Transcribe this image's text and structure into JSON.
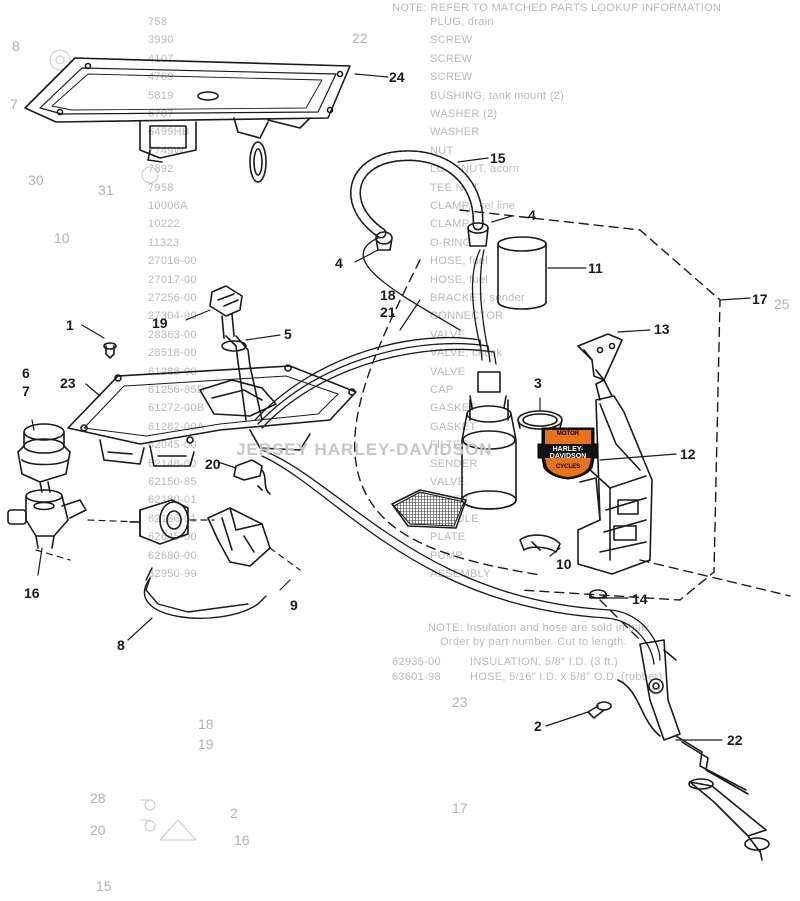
{
  "callouts": {
    "c24": "24",
    "c15": "15",
    "c4a": "4",
    "c4b": "4",
    "c11": "11",
    "c17": "17",
    "c18": "18",
    "c21": "21",
    "c19": "19",
    "c5": "5",
    "c13": "13",
    "c1": "1",
    "c6": "6",
    "c7": "7",
    "c23": "23",
    "c3": "3",
    "c20": "20",
    "c12": "12",
    "c16": "16",
    "c9": "9",
    "c10": "10",
    "c14": "14",
    "c8": "8",
    "c2": "2",
    "c22": "22"
  },
  "watermark": "JERSEY HARLEY-DAVIDSON",
  "logo": {
    "top": "MOTOR",
    "middle": "HARLEY-DAVIDSON",
    "bottom": "CYCLES"
  },
  "background_text": {
    "header_note": "NOTE: REFER TO MATCHED PARTS LOOKUP INFORMATION",
    "rows": [
      {
        "num": "758",
        "desc": "PLUG, drain"
      },
      {
        "num": "3990",
        "desc": "SCREW"
      },
      {
        "num": "4107",
        "desc": "SCREW"
      },
      {
        "num": "4769",
        "desc": "SCREW"
      },
      {
        "num": "5819",
        "desc": "BUSHING, tank mount (2)"
      },
      {
        "num": "6707",
        "desc": "WASHER (2)"
      },
      {
        "num": "6499HB",
        "desc": "WASHER"
      },
      {
        "num": "7749W",
        "desc": "NUT"
      },
      {
        "num": "7892",
        "desc": "LOCKNUT, acorn"
      },
      {
        "num": "7958",
        "desc": "TEE NUT"
      },
      {
        "num": "10006A",
        "desc": "CLAMP, fuel line"
      },
      {
        "num": "10222",
        "desc": "CLAMP"
      },
      {
        "num": "11323",
        "desc": "O-RING"
      },
      {
        "num": "27016-00",
        "desc": "HOSE, fuel"
      },
      {
        "num": "27017-00",
        "desc": "HOSE, fuel"
      },
      {
        "num": "27256-00",
        "desc": "BRACKET, sender"
      },
      {
        "num": "27304-00",
        "desc": "CONNECTOR"
      },
      {
        "num": "28363-00",
        "desc": "VALVE"
      },
      {
        "num": "28518-00",
        "desc": "VALVE, check"
      },
      {
        "num": "61286-00",
        "desc": "VALVE"
      },
      {
        "num": "61256-85D",
        "desc": "CAP"
      },
      {
        "num": "61272-00B",
        "desc": "GASKET"
      },
      {
        "num": "61282-00A",
        "desc": "GASKET"
      },
      {
        "num": "62045-00",
        "desc": "FILTER"
      },
      {
        "num": "62148-00",
        "desc": "SENDER"
      },
      {
        "num": "62150-85",
        "desc": "VALVE"
      },
      {
        "num": "62180-01",
        "desc": "FILTER"
      },
      {
        "num": "62186-01",
        "desc": "MODULE"
      },
      {
        "num": "62645-00",
        "desc": "PLATE"
      },
      {
        "num": "62680-00",
        "desc": "PUMP"
      },
      {
        "num": "62950-99",
        "desc": "ASSEMBLY"
      }
    ],
    "note_line_1": "NOTE: Insulation and hose are sold in bulk.",
    "note_line_2": "Order by part number. Cut to length.",
    "note_line_3": "INSULATION, 5/8\" I.D. (3 ft.)",
    "note_line_4": "HOSE, 5/16\" I.D. x 5/8\" O.D. (rubber)",
    "row_a": "62935-00",
    "row_b": "63601-98",
    "side_nums": [
      "8",
      "7",
      "30",
      "31",
      "10",
      "25",
      "22",
      "18",
      "19",
      "28",
      "20",
      "15",
      "17",
      "23",
      "2",
      "16"
    ]
  },
  "colors": {
    "line": "#1a1a1a",
    "ghost": "#b9b9b9",
    "logo_orange": "#e8731a"
  }
}
